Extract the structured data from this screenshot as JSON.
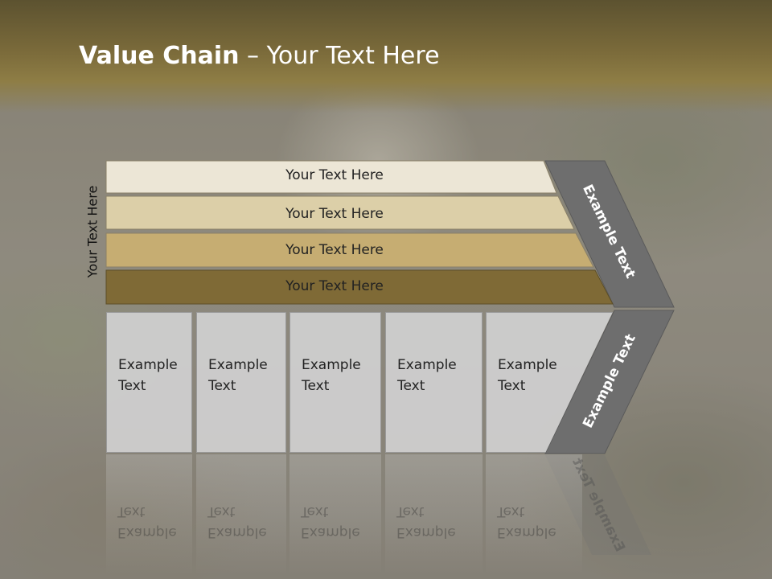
{
  "title": {
    "bold": "Value Chain",
    "rest": " – Your Text Here"
  },
  "side_label": "Your Text Here",
  "bars": [
    {
      "label": "Your Text Here",
      "color": "#ece6d6"
    },
    {
      "label": "Your Text Here",
      "color": "#dccfa8"
    },
    {
      "label": "Your Text Here",
      "color": "#c6ad72"
    },
    {
      "label": "Your Text Here",
      "color": "#7f6a36"
    }
  ],
  "boxes": [
    {
      "line1": "Example",
      "line2": "Text"
    },
    {
      "line1": "Example",
      "line2": "Text"
    },
    {
      "line1": "Example",
      "line2": "Text"
    },
    {
      "line1": "Example",
      "line2": "Text"
    },
    {
      "line1": "Example",
      "line2": "Text"
    }
  ],
  "chevron": {
    "upper_label": "Example Text",
    "lower_label": "Example Text",
    "color": "#6e6e6e"
  }
}
